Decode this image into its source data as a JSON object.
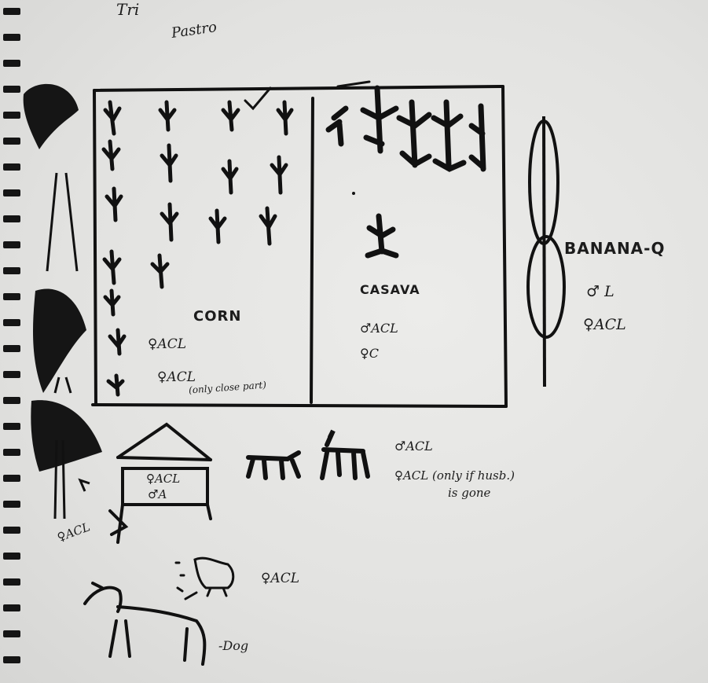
{
  "labels": {
    "top_scribble": "Tri",
    "pasture": "Pastro",
    "corn": "CORN",
    "corn_note_1": "♀ACL",
    "corn_note_2": "♀ACL",
    "corn_note_3": "(only close part)",
    "casava": "CASAVA",
    "casava_note_1": "♂ACL",
    "casava_note_2": "♀C",
    "banana": "BANANA-Q",
    "banana_note_1": "♂ L",
    "banana_note_2": "♀ACL",
    "house_note_1": "♀ACL",
    "house_note_2": "♂A",
    "cattle_note_1": "♂ACL",
    "cattle_note_2": "♀ACL (only if husb.)",
    "cattle_note_3": "is gone",
    "trees_note": "♀ACL",
    "poultry_note": "♀ACL",
    "dog": "-Dog"
  },
  "colors": {
    "ink": "#111111",
    "paper": "#e4e4e2",
    "pencil": "#2a2a2a"
  }
}
